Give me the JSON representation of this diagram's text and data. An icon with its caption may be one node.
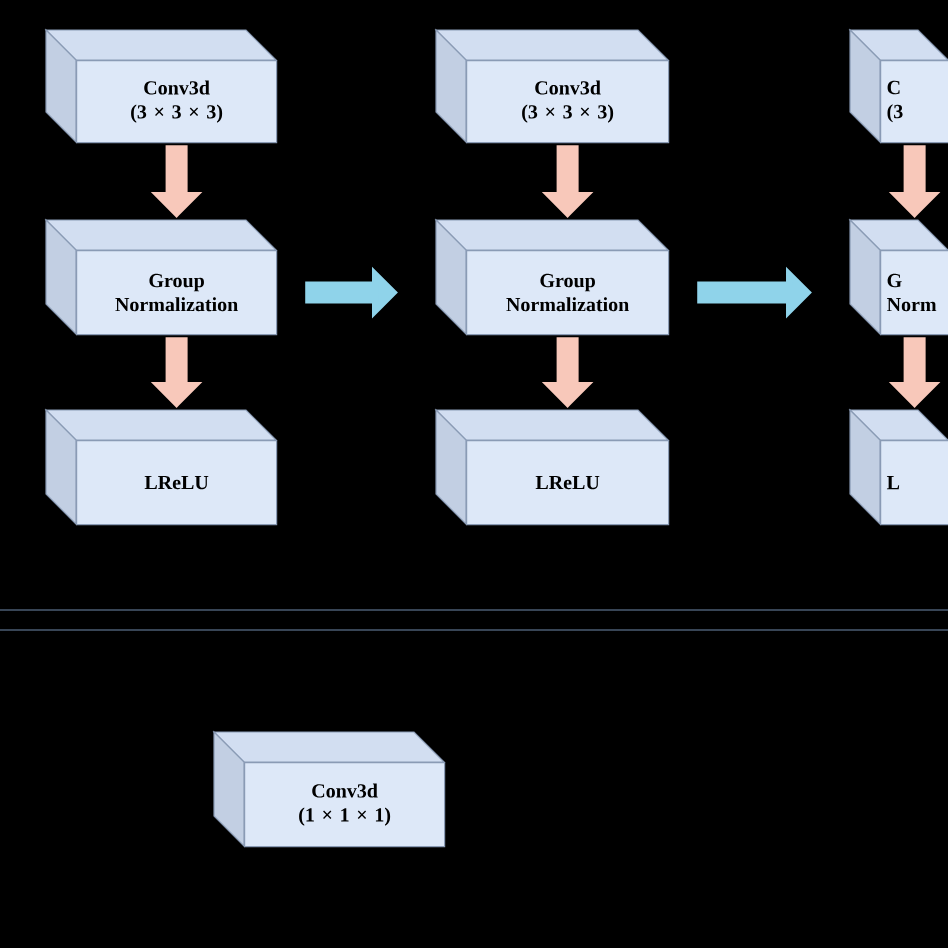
{
  "diagram": {
    "nodes": [
      {
        "text": [
          "Conv3d",
          "(3 × 3 × 3)"
        ]
      },
      {
        "text": [
          "Group Normalization"
        ]
      },
      {
        "text": [
          "LReLU"
        ]
      },
      {
        "text": [
          "Conv3d",
          "(3 × 3 × 3)"
        ]
      },
      {
        "text": [
          "Group Normalization"
        ]
      },
      {
        "text": [
          "LReLU"
        ]
      },
      {
        "text": [
          "C",
          "(3"
        ]
      },
      {
        "text": [
          "G Norm"
        ]
      },
      {
        "text": [
          "L"
        ]
      },
      {
        "text": [
          "Conv3d",
          "(1 × 1 × 1)"
        ]
      }
    ],
    "edges": [
      {
        "from": 0,
        "to": 1,
        "arrow": "to"
      },
      {
        "from": 1,
        "to": 2,
        "arrow": "to"
      },
      {
        "from": 3,
        "to": 4,
        "arrow": "to"
      },
      {
        "from": 4,
        "to": 5,
        "arrow": "to"
      },
      {
        "from": 6,
        "to": 7,
        "arrow": "to"
      },
      {
        "from": 7,
        "to": 8,
        "arrow": "to"
      },
      {
        "from": 1,
        "to": 4,
        "arrow": "to",
        "color": "#8fd3ea"
      },
      {
        "from": 4,
        "to": 7,
        "arrow": "to",
        "color": "#8fd3ea"
      }
    ]
  }
}
